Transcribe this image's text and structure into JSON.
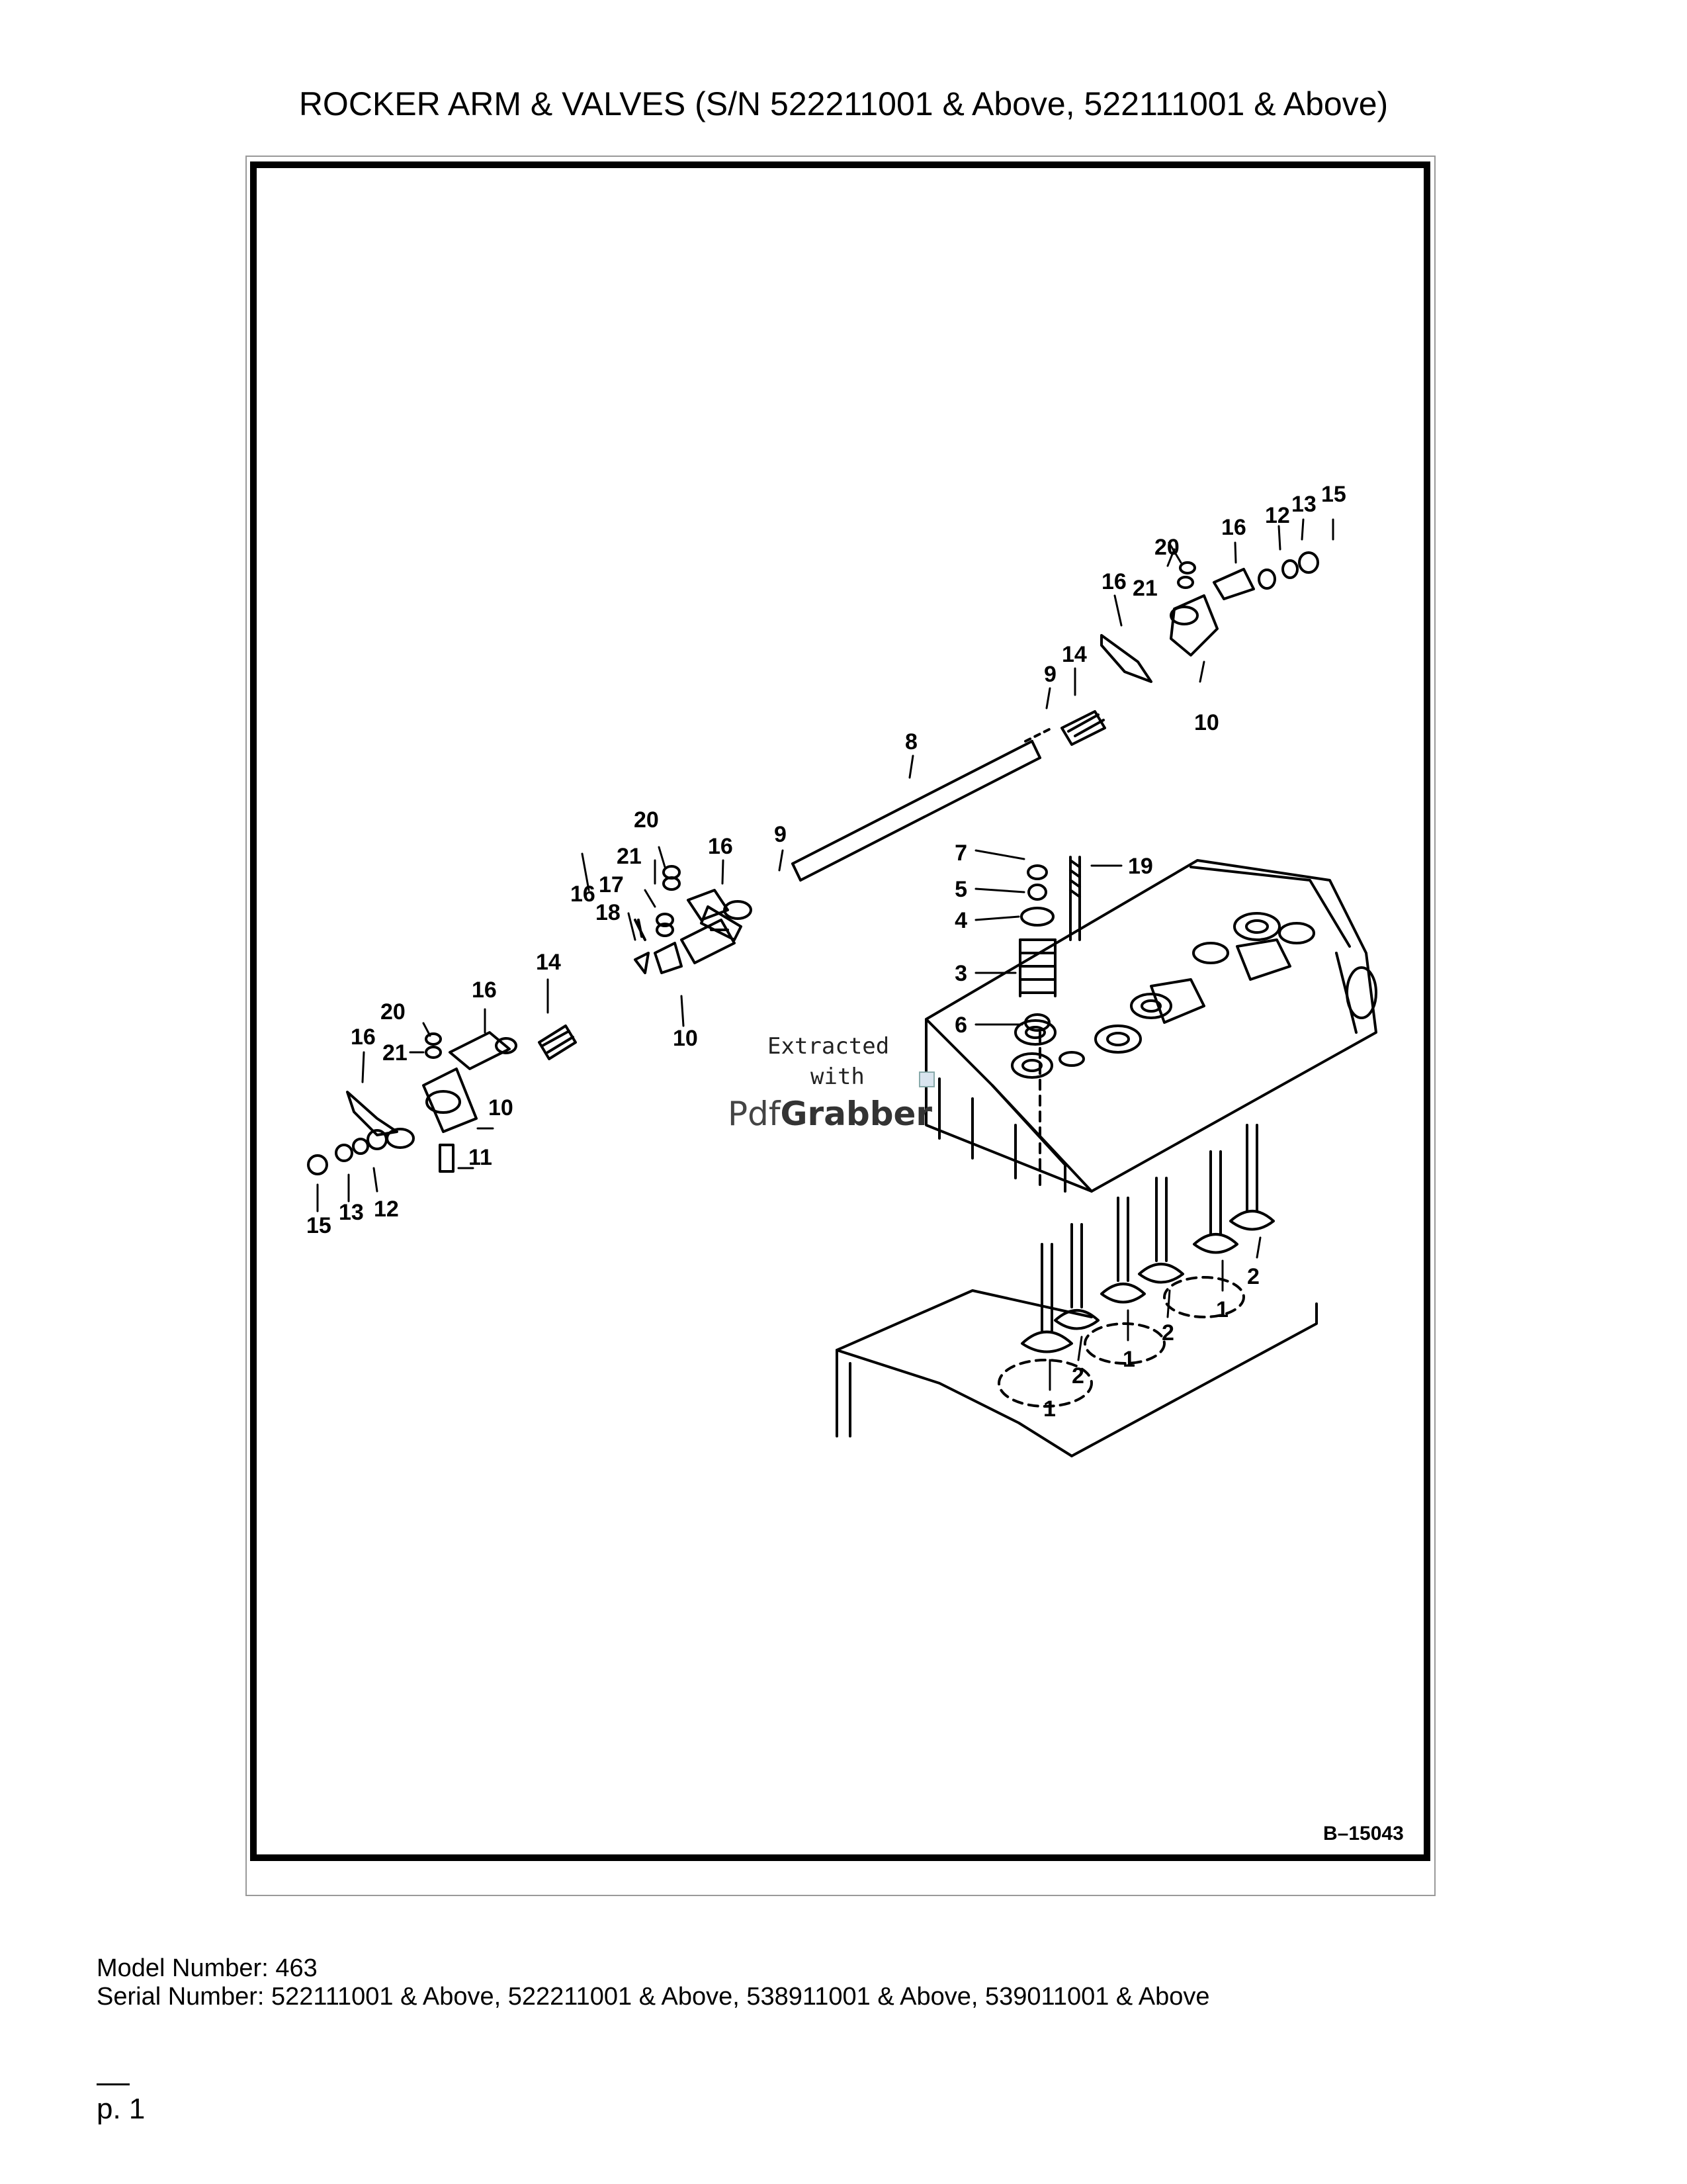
{
  "title": "ROCKER ARM & VALVES (S/N 522211001 & Above, 522111001 & Above)",
  "diagram": {
    "reference_code": "B–15043",
    "callouts": {
      "c1": "1",
      "c2": "2",
      "c3": "3",
      "c4": "4",
      "c5": "5",
      "c6": "6",
      "c7": "7",
      "c8": "8",
      "c9": "9",
      "c10": "10",
      "c11": "11",
      "c12": "12",
      "c13": "13",
      "c14": "14",
      "c15": "15",
      "c16": "16",
      "c17": "17",
      "c18": "18",
      "c19": "19",
      "c20": "20",
      "c21": "21"
    },
    "watermark": {
      "line1": "Extracted",
      "line2": "with",
      "brand_a": "Pdf",
      "brand_b": "Grabber"
    }
  },
  "footer": {
    "model": "Model Number: 463",
    "serial": "Serial Number: 522111001 & Above, 522211001 & Above, 538911001 & Above, 539011001 & Above"
  },
  "page": {
    "label": "p. 1"
  }
}
